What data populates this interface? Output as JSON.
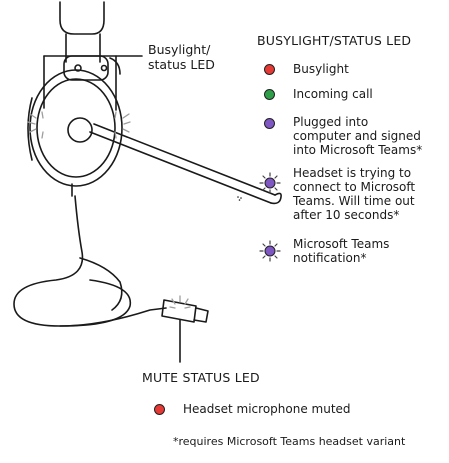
{
  "colors": {
    "red": "#e53935",
    "green": "#2e9e49",
    "purple": "#7e57c2",
    "line": "#1a1a1a"
  },
  "callout": {
    "label": "Busylight/\nstatus LED"
  },
  "busylight_section": {
    "heading": "BUSYLIGHT/STATUS LED",
    "items": [
      {
        "label": "Busylight",
        "color": "red",
        "icon": "solid-dot-icon"
      },
      {
        "label": "Incoming call",
        "color": "green",
        "icon": "solid-dot-icon"
      },
      {
        "label": "Plugged into\ncomputer and signed\ninto Microsoft Teams*",
        "color": "purple",
        "icon": "solid-dot-icon"
      },
      {
        "label": "Headset is trying to\nconnect to Microsoft\nTeams. Will time out\nafter 10 seconds*",
        "color": "purple",
        "icon": "flashing-dot-icon"
      },
      {
        "label": "Microsoft Teams\nnotification*",
        "color": "purple",
        "icon": "flashing-dot-icon"
      }
    ]
  },
  "mute_section": {
    "heading": "MUTE STATUS LED",
    "items": [
      {
        "label": "Headset microphone muted",
        "color": "red",
        "icon": "solid-dot-icon"
      }
    ]
  },
  "footnote": "*requires Microsoft Teams headset variant"
}
